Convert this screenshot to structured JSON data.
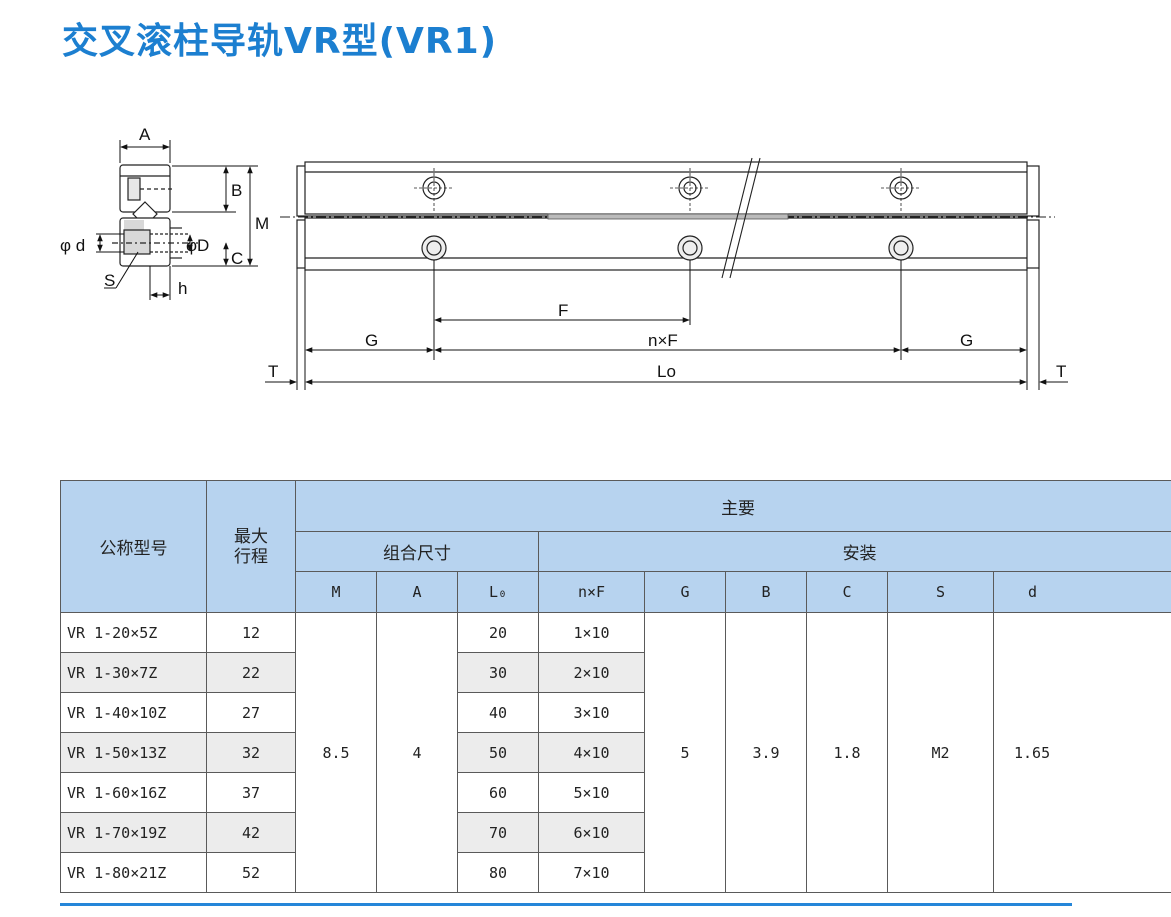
{
  "title": "交叉滚柱导轨VR型(VR1)",
  "drawing": {
    "labels": {
      "A": "A",
      "B": "B",
      "M": "M",
      "C": "C",
      "D": "φD",
      "d": "φ d",
      "S": "S",
      "h": "h",
      "F": "F",
      "nF": "n×F",
      "G": "G",
      "L0": "Lo",
      "T": "T"
    }
  },
  "table": {
    "headers": {
      "model": "公称型号",
      "stroke": "最大\n行程",
      "main": "主要",
      "group1": "组合尺寸",
      "group2": "安装",
      "cols": [
        "M",
        "A",
        "L₀",
        "n×F",
        "G",
        "B",
        "C",
        "S",
        "d"
      ]
    },
    "rows": [
      {
        "model": "VR 1-20×5Z",
        "stroke": "12",
        "L0": "20",
        "nF": "1×10"
      },
      {
        "model": "VR 1-30×7Z",
        "stroke": "22",
        "L0": "30",
        "nF": "2×10"
      },
      {
        "model": "VR 1-40×10Z",
        "stroke": "27",
        "L0": "40",
        "nF": "3×10"
      },
      {
        "model": "VR 1-50×13Z",
        "stroke": "32",
        "L0": "50",
        "nF": "4×10"
      },
      {
        "model": "VR 1-60×16Z",
        "stroke": "37",
        "L0": "60",
        "nF": "5×10"
      },
      {
        "model": "VR 1-70×19Z",
        "stroke": "42",
        "L0": "70",
        "nF": "6×10"
      },
      {
        "model": "VR 1-80×21Z",
        "stroke": "52",
        "L0": "80",
        "nF": "7×10"
      }
    ],
    "merged": {
      "M": "8.5",
      "A": "4",
      "G": "5",
      "B": "3.9",
      "C": "1.8",
      "S": "M2",
      "d": "1.65"
    }
  }
}
